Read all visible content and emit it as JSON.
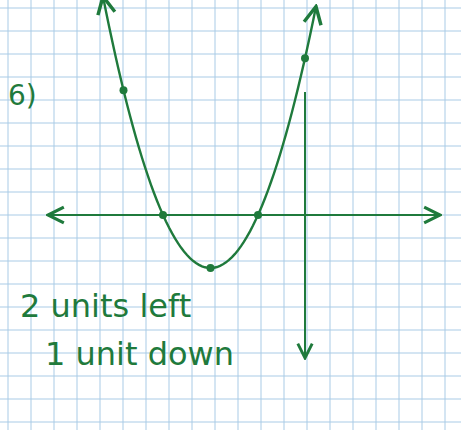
{
  "diagram": {
    "labels": [
      "6)",
      "2 units left",
      "1 unit down"
    ]
  }
}
